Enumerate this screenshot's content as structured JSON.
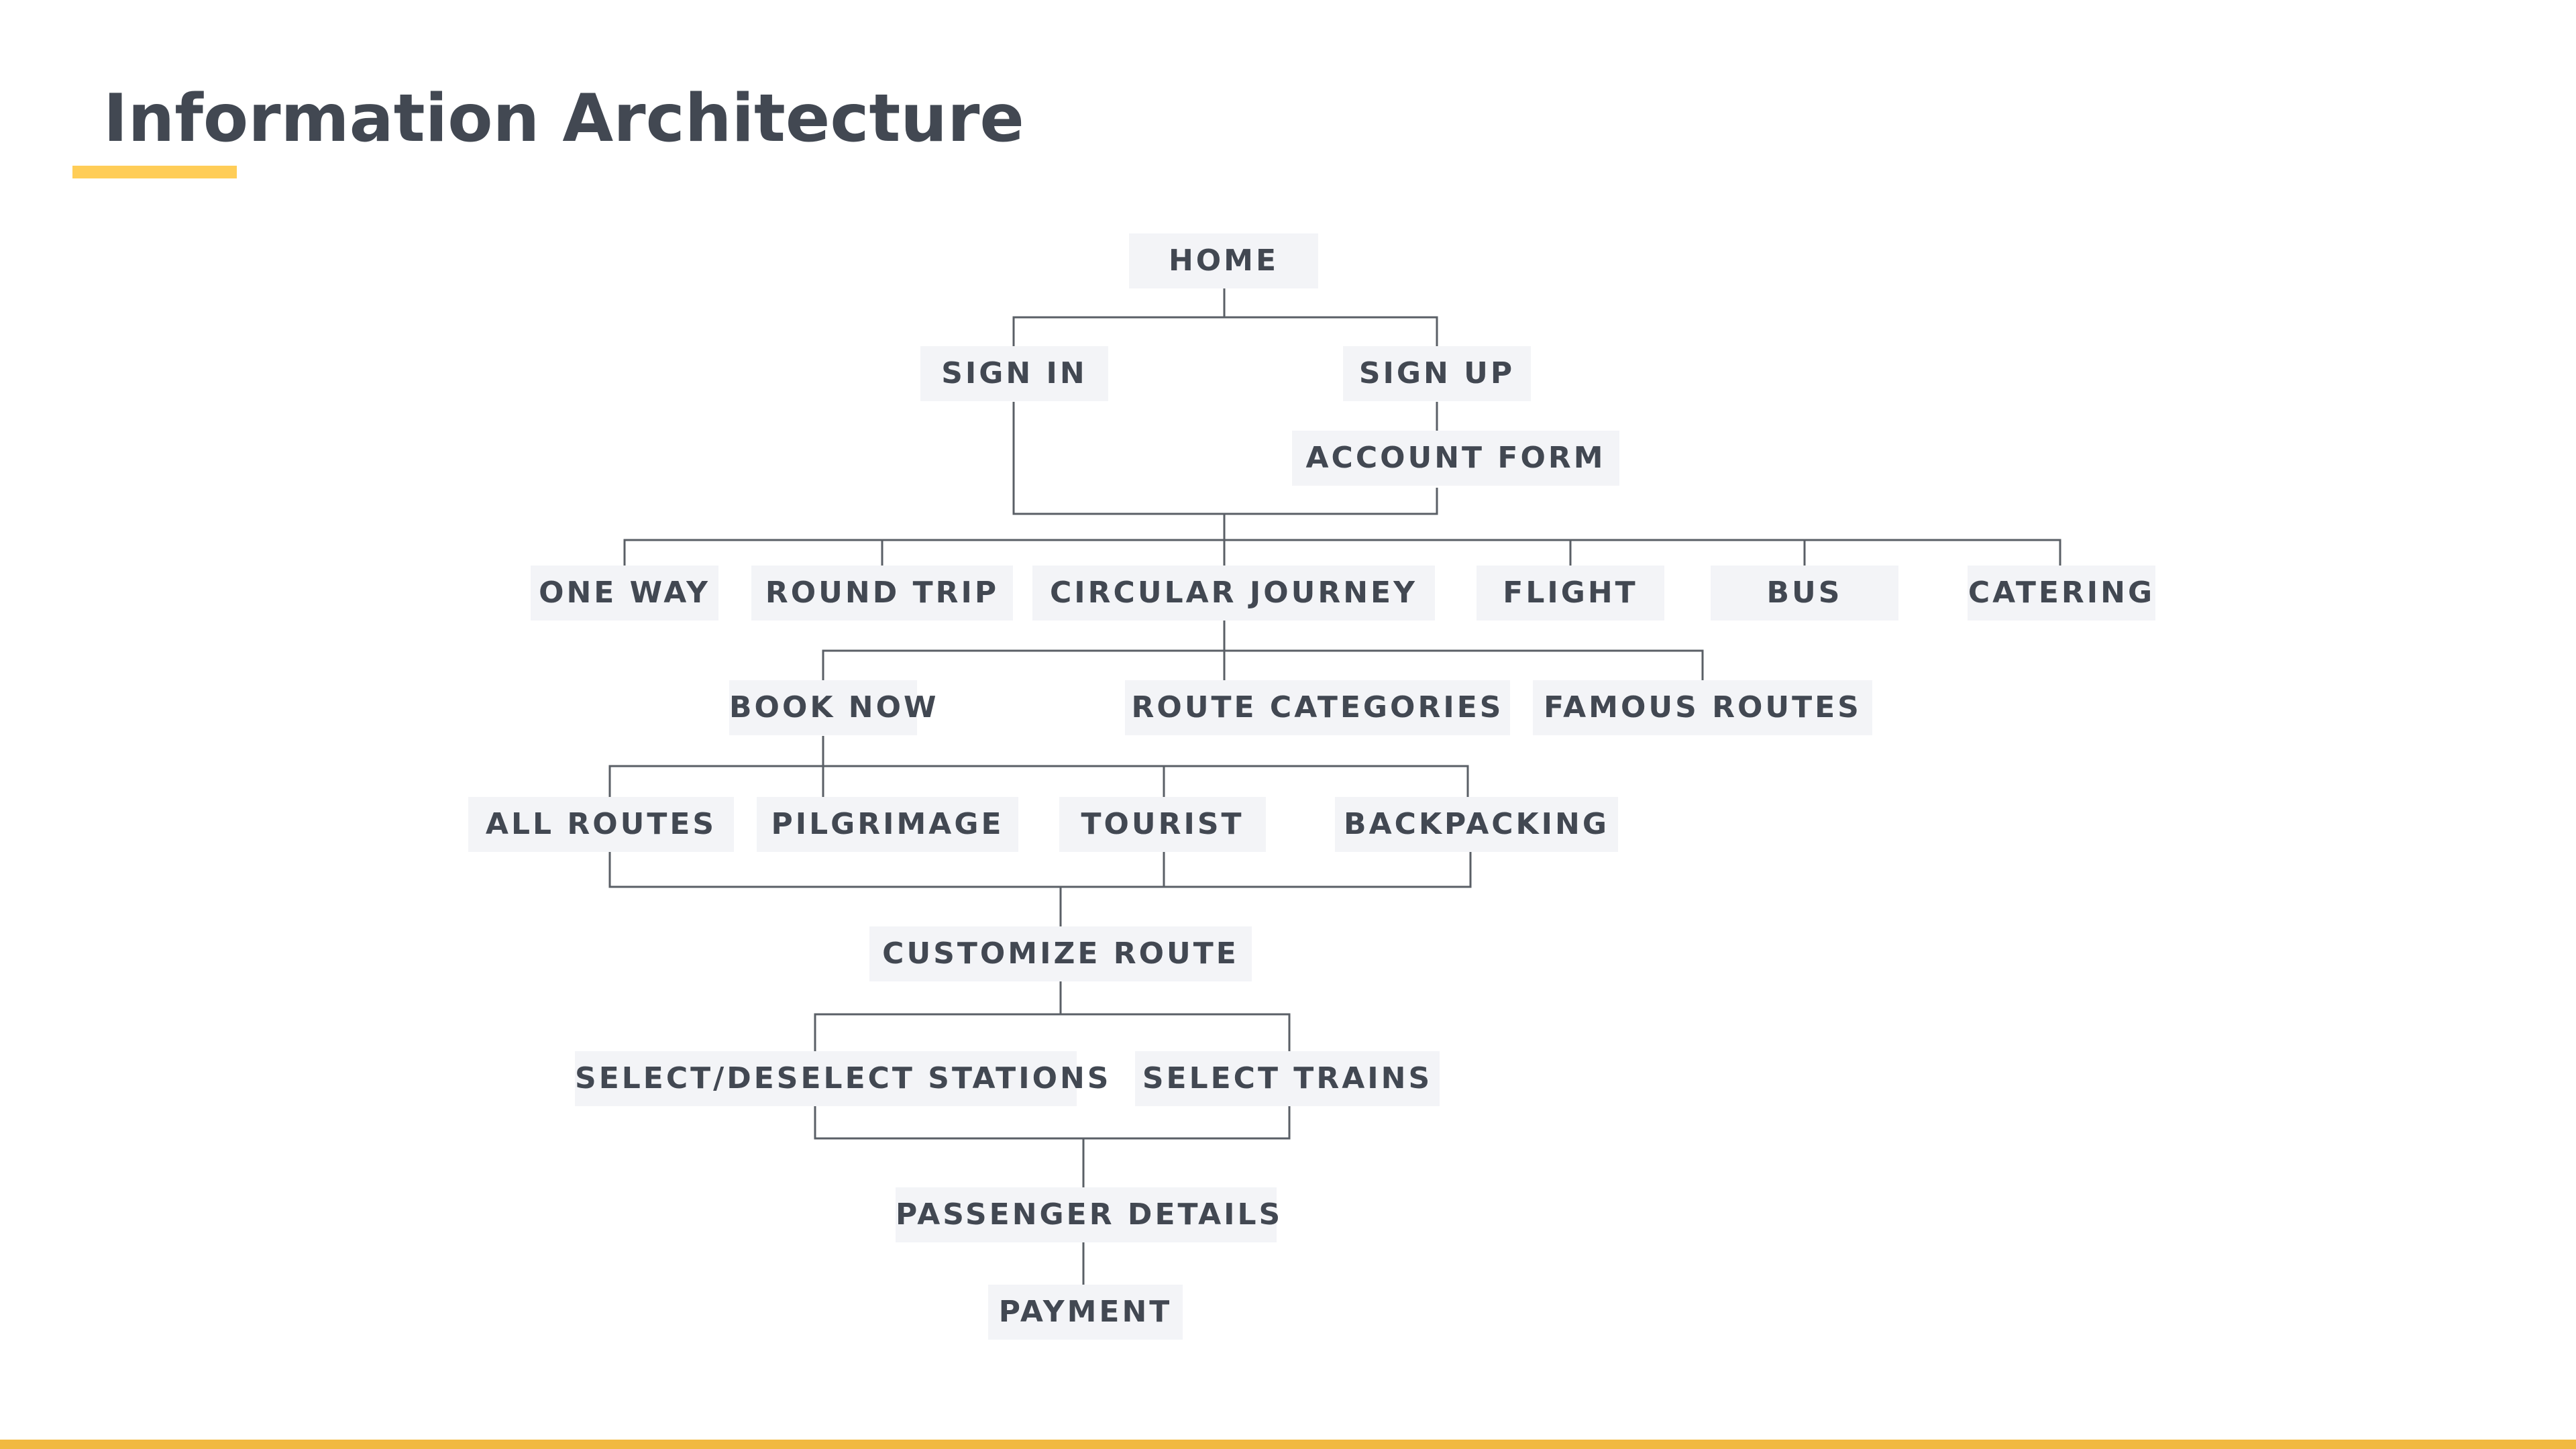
{
  "title": "Information Architecture",
  "colors": {
    "accent": "#ffcd57",
    "footer": "#f1b940",
    "text": "#424852",
    "node_bg": "#f3f4f7",
    "line": "#5a5f66"
  },
  "nodes": {
    "home": "HOME",
    "sign_in": "SIGN IN",
    "sign_up": "SIGN UP",
    "account_form": "ACCOUNT FORM",
    "one_way": "ONE WAY",
    "round_trip": "ROUND TRIP",
    "circular_journey": "CIRCULAR JOURNEY",
    "flight": "FLIGHT",
    "bus": "BUS",
    "catering": "CATERING",
    "book_now": "BOOK NOW",
    "route_categories": "ROUTE CATEGORIES",
    "famous_routes": "FAMOUS ROUTES",
    "all_routes": "ALL ROUTES",
    "pilgrimage": "PILGRIMAGE",
    "tourist": "TOURIST",
    "backpacking": "BACKPACKING",
    "customize_route": "CUSTOMIZE ROUTE",
    "select_deselect_stations": "SELECT/DESELECT STATIONS",
    "select_trains": "SELECT TRAINS",
    "passenger_details": "PASSENGER DETAILS",
    "payment": "PAYMENT"
  }
}
